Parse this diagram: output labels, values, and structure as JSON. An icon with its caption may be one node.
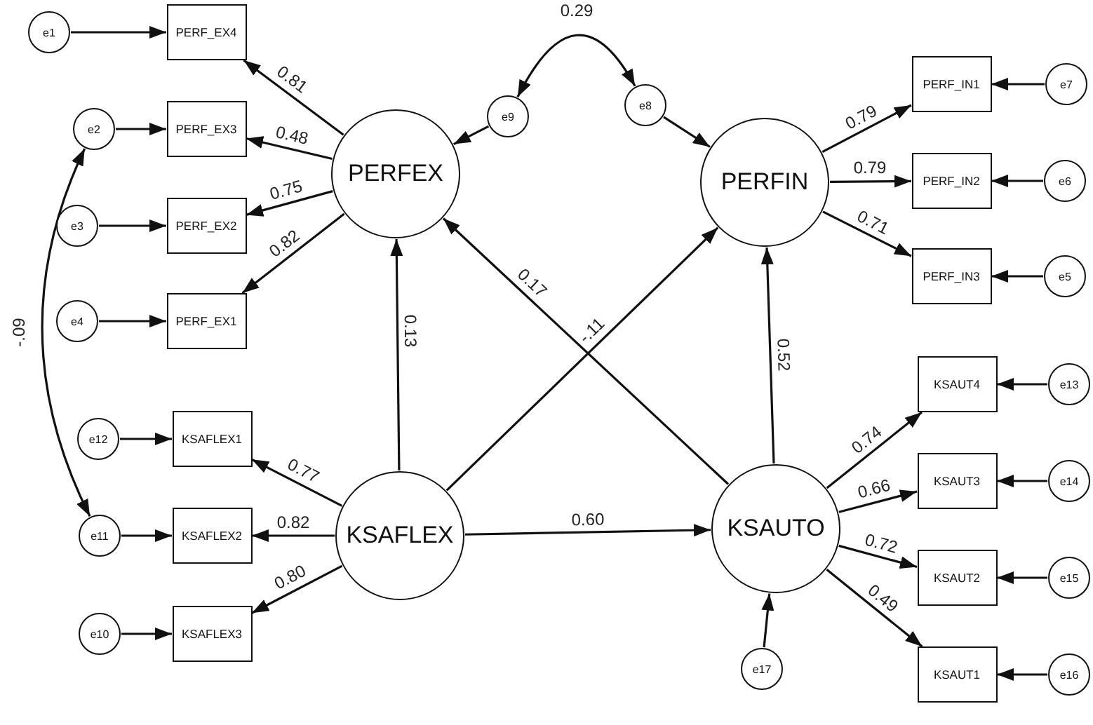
{
  "diagram": {
    "nodes": [
      {
        "text": [
          "e1"
        ]
      },
      {
        "text": [
          "PERF_EX4"
        ]
      },
      {
        "text": [
          "e2"
        ]
      },
      {
        "text": [
          "PERF_EX3"
        ]
      },
      {
        "text": [
          "e3"
        ]
      },
      {
        "text": [
          "PERF_EX2"
        ]
      },
      {
        "text": [
          "e4"
        ]
      },
      {
        "text": [
          "PERF_EX1"
        ]
      },
      {
        "text": [
          "PERFEX"
        ]
      },
      {
        "text": [
          "e9"
        ]
      },
      {
        "text": [
          "e8"
        ]
      },
      {
        "text": [
          "PERFIN"
        ]
      },
      {
        "text": [
          "PERF_IN1"
        ]
      },
      {
        "text": [
          "e7"
        ]
      },
      {
        "text": [
          "PERF_IN2"
        ]
      },
      {
        "text": [
          "e6"
        ]
      },
      {
        "text": [
          "PERF_IN3"
        ]
      },
      {
        "text": [
          "e5"
        ]
      },
      {
        "text": [
          "e12"
        ]
      },
      {
        "text": [
          "KSAFLEX1"
        ]
      },
      {
        "text": [
          "e11"
        ]
      },
      {
        "text": [
          "KSAFLEX2"
        ]
      },
      {
        "text": [
          "e10"
        ]
      },
      {
        "text": [
          "KSAFLEX3"
        ]
      },
      {
        "text": [
          "KSAFLEX"
        ]
      },
      {
        "text": [
          "KSAUTO"
        ]
      },
      {
        "text": [
          "KSAUT4"
        ]
      },
      {
        "text": [
          "e13"
        ]
      },
      {
        "text": [
          "KSAUT3"
        ]
      },
      {
        "text": [
          "e14"
        ]
      },
      {
        "text": [
          "KSAUT2"
        ]
      },
      {
        "text": [
          "e15"
        ]
      },
      {
        "text": [
          "KSAUT1"
        ]
      },
      {
        "text": [
          "e16"
        ]
      },
      {
        "text": [
          "e17"
        ]
      }
    ],
    "edges": [
      {
        "from": 0,
        "to": 1,
        "arrow": "to"
      },
      {
        "from": 2,
        "to": 3,
        "arrow": "to"
      },
      {
        "from": 4,
        "to": 5,
        "arrow": "to"
      },
      {
        "from": 6,
        "to": 7,
        "arrow": "to"
      },
      {
        "from": 8,
        "to": 1,
        "arrow": "to",
        "label": "0.81"
      },
      {
        "from": 8,
        "to": 3,
        "arrow": "to",
        "label": "0.48"
      },
      {
        "from": 8,
        "to": 5,
        "arrow": "to",
        "label": "0.75"
      },
      {
        "from": 8,
        "to": 7,
        "arrow": "to",
        "label": "0.82"
      },
      {
        "from": 9,
        "to": 8,
        "arrow": "to"
      },
      {
        "from": 9,
        "to": 10,
        "arrow": "both",
        "label": "0.29"
      },
      {
        "from": 10,
        "to": 11,
        "arrow": "to"
      },
      {
        "from": 11,
        "to": 12,
        "arrow": "to",
        "label": "0.79"
      },
      {
        "from": 11,
        "to": 14,
        "arrow": "to",
        "label": "0.79"
      },
      {
        "from": 11,
        "to": 16,
        "arrow": "to",
        "label": "0.71"
      },
      {
        "from": 13,
        "to": 12,
        "arrow": "to"
      },
      {
        "from": 15,
        "to": 14,
        "arrow": "to"
      },
      {
        "from": 17,
        "to": 16,
        "arrow": "to"
      },
      {
        "from": 2,
        "to": 20,
        "arrow": "both",
        "label": "-.09"
      },
      {
        "from": 24,
        "to": 8,
        "arrow": "to",
        "label": "0.13"
      },
      {
        "from": 24,
        "to": 11,
        "arrow": "to",
        "label": "-.11"
      },
      {
        "from": 25,
        "to": 8,
        "arrow": "to",
        "label": "0.17"
      },
      {
        "from": 25,
        "to": 11,
        "arrow": "to",
        "label": "0.52"
      },
      {
        "from": 24,
        "to": 25,
        "arrow": "to",
        "label": "0.60"
      },
      {
        "from": 18,
        "to": 19,
        "arrow": "to"
      },
      {
        "from": 20,
        "to": 21,
        "arrow": "to"
      },
      {
        "from": 22,
        "to": 23,
        "arrow": "to"
      },
      {
        "from": 24,
        "to": 19,
        "arrow": "to",
        "label": "0.77"
      },
      {
        "from": 24,
        "to": 21,
        "arrow": "to",
        "label": "0.82"
      },
      {
        "from": 24,
        "to": 23,
        "arrow": "to",
        "label": "0.80"
      },
      {
        "from": 25,
        "to": 26,
        "arrow": "to",
        "label": "0.74"
      },
      {
        "from": 25,
        "to": 28,
        "arrow": "to",
        "label": "0.66"
      },
      {
        "from": 25,
        "to": 30,
        "arrow": "to",
        "label": "0.72"
      },
      {
        "from": 25,
        "to": 32,
        "arrow": "to",
        "label": "0.49"
      },
      {
        "from": 27,
        "to": 26,
        "arrow": "to"
      },
      {
        "from": 29,
        "to": 28,
        "arrow": "to"
      },
      {
        "from": 31,
        "to": 30,
        "arrow": "to"
      },
      {
        "from": 33,
        "to": 32,
        "arrow": "to"
      },
      {
        "from": 34,
        "to": 25,
        "arrow": "to"
      }
    ]
  }
}
